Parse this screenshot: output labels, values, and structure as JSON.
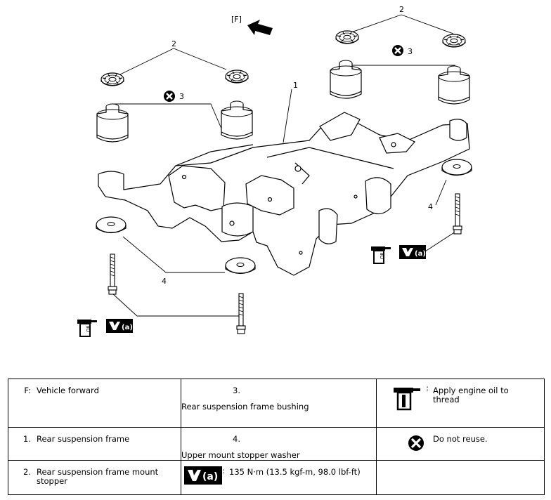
{
  "diagram": {
    "forward_label": "[F]",
    "callouts": {
      "one": "1",
      "two_left": "2",
      "two_right": "2",
      "three_left": "3",
      "three_right": "3",
      "four_left": "4",
      "four_right": "4"
    },
    "torque_badge": "(a)",
    "oil_can_text": "OIL"
  },
  "legend": {
    "rows": [
      {
        "a_num": "F:",
        "a_desc": "Vehicle forward",
        "b_num": "3.",
        "b_desc": "Rear suspension frame bushing",
        "c_icon": "oil-can-icon",
        "c_colon": ":",
        "c_desc": "Apply engine oil to thread"
      },
      {
        "a_num": "1.",
        "a_desc": "Rear suspension frame",
        "b_num": "4.",
        "b_desc": "Upper mount stopper washer",
        "c_icon": "do-not-reuse-icon",
        "c_desc": "Do not reuse."
      },
      {
        "a_num": "2.",
        "a_desc": "Rear suspension frame mount stopper",
        "b_icon": "torque-wrench-icon",
        "b_badge": "(a)",
        "b_colon": ":",
        "b_desc": "135 N·m (13.5 kgf-m, 98.0 lbf-ft)"
      }
    ]
  }
}
